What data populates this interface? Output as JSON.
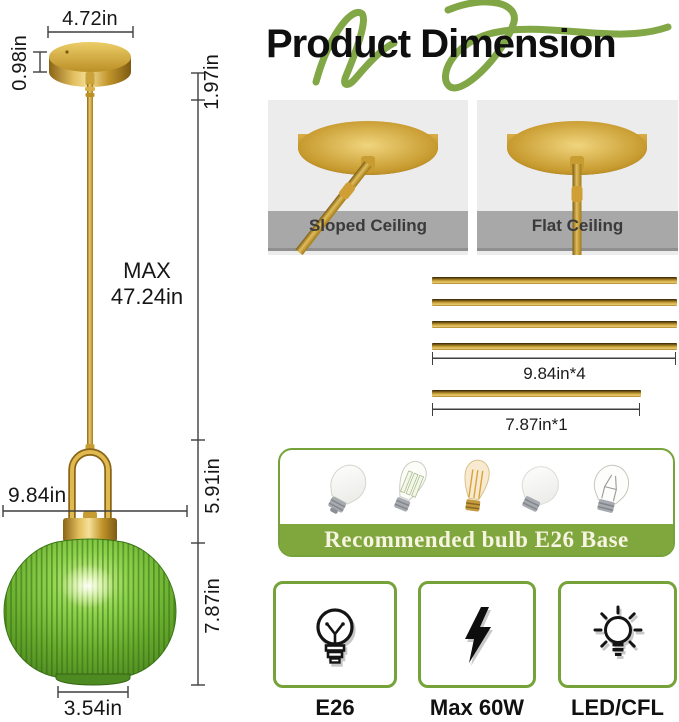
{
  "title": "Product Dimension",
  "lamp_diagram": {
    "canopy_width": "4.72in",
    "canopy_height": "0.98in",
    "top_stem_height": "1.97in",
    "max_height_line1": "MAX",
    "max_height_line2": "47.24in",
    "handle_height": "5.91in",
    "shade_width": "9.84in",
    "shade_height": "7.87in",
    "shade_bottom_width": "3.54in"
  },
  "ceiling_panels": [
    {
      "label": "Sloped Ceiling"
    },
    {
      "label": "Flat Ceiling"
    }
  ],
  "rod_kit": {
    "long_rods_label": "9.84in*4",
    "short_rod_label": "7.87in*1"
  },
  "bulb_recommendation": {
    "caption": "Recommended bulb E26 Base"
  },
  "spec_cards": [
    {
      "icon": "bulb-filament-icon",
      "label": "E26"
    },
    {
      "icon": "lightning-bolt-icon",
      "label": "Max 60W"
    },
    {
      "icon": "bulb-shine-icon",
      "label": "LED/CFL"
    }
  ],
  "colors": {
    "accent_green": "#76a339",
    "band_green": "#7fa73e",
    "swoosh_green": "#7ba23c",
    "gold": "#c79a2e",
    "shade_green": "#6db32f",
    "panel_gray": "#ececec",
    "caption_gray": "#a8a8a8"
  }
}
